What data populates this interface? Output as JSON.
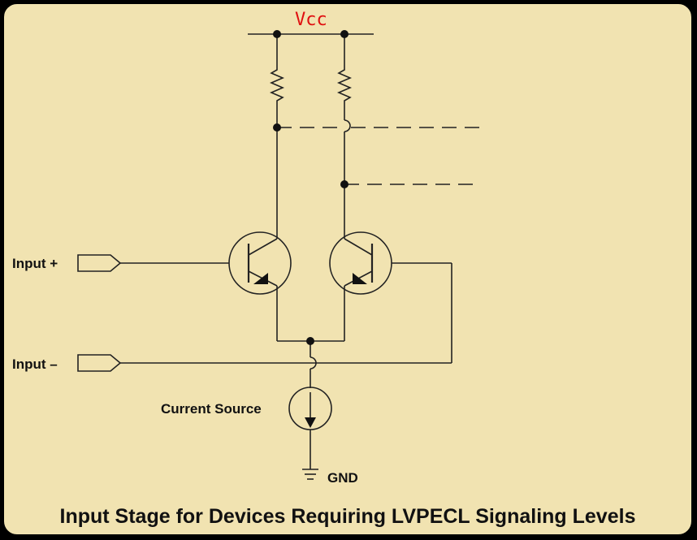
{
  "diagram": {
    "supply_label": "Vcc",
    "input_plus_label": "Input +",
    "input_minus_label": "Input –",
    "current_source_label": "Current Source",
    "ground_label": "GND",
    "caption": "Input Stage for Devices Requiring LVPECL Signaling Levels"
  },
  "colors": {
    "background": "#f1e3b1",
    "line": "#222222",
    "supply_label": "#e01010"
  },
  "icons": [
    "resistor-icon",
    "npn-transistor-icon",
    "current-source-icon",
    "ground-icon",
    "input-port-icon"
  ]
}
